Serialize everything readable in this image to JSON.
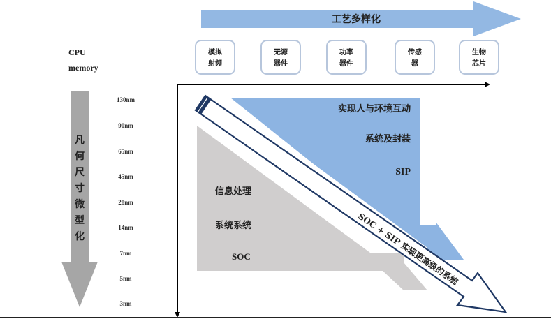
{
  "top_arrow": {
    "label": "工艺多样化",
    "color": "#8db4e2"
  },
  "process_boxes": [
    {
      "line1": "模拟",
      "line2": "射频"
    },
    {
      "line1": "无源",
      "line2": "器件"
    },
    {
      "line1": "功率",
      "line2": "器件"
    },
    {
      "line1": "传感",
      "line2": "器"
    },
    {
      "line1": "生物",
      "line2": "芯片"
    }
  ],
  "left_labels": {
    "line1": "CPU",
    "line2": "memory"
  },
  "left_arrow": {
    "label_chars": [
      "凡",
      "何",
      "尺",
      "寸",
      "微",
      "型",
      "化"
    ],
    "color": "#a6a6a6"
  },
  "node_ticks": [
    "130nm",
    "90nm",
    "65nm",
    "45nm",
    "28nm",
    "14nm",
    "7nm",
    "5nm",
    "3nm"
  ],
  "blue_region": {
    "line1": "实现人与环境互动",
    "line2": "系统及封装",
    "line3": "SIP",
    "color": "#8db4e2"
  },
  "gray_region": {
    "line1": "信息处理",
    "line2": "系统系统",
    "line3": "SOC",
    "color": "#d0cece"
  },
  "diagonal_arrow": {
    "label": "SOC + SIP 实现更高级的系统",
    "border_color": "#1f3864"
  }
}
